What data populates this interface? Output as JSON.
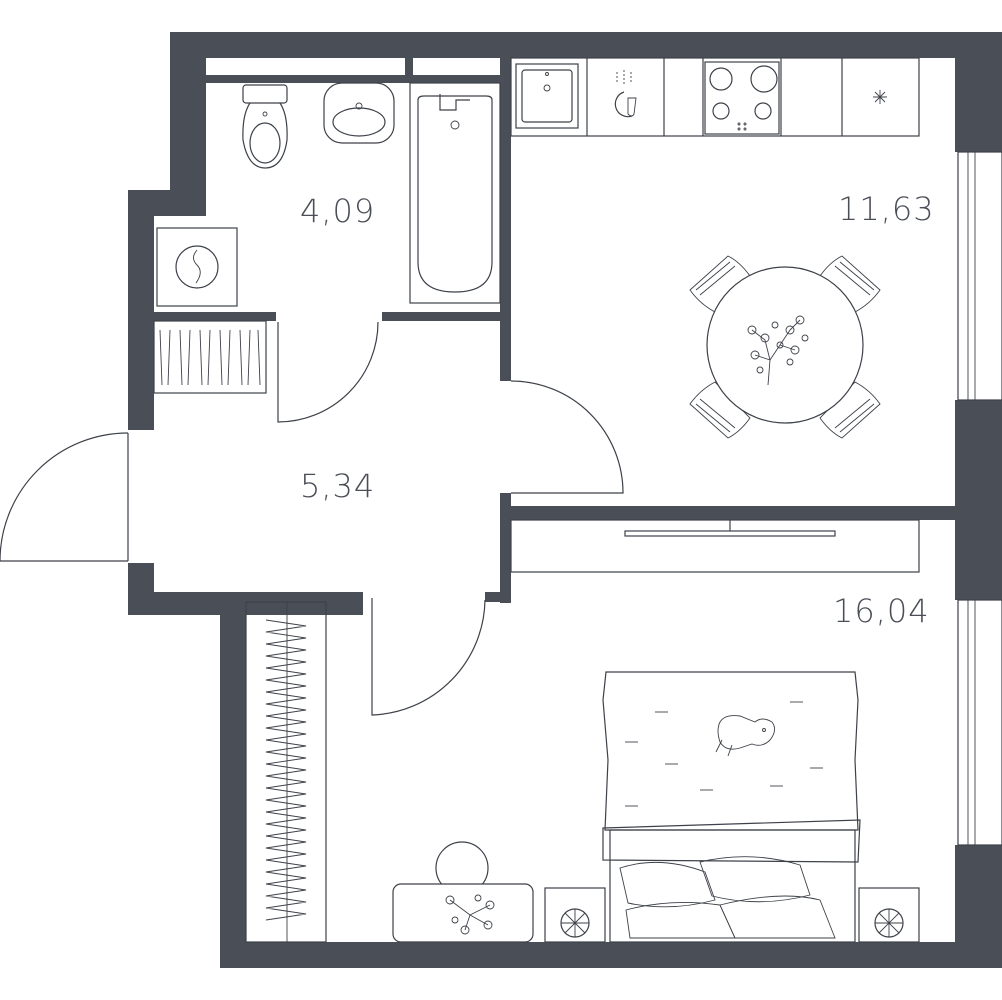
{
  "rooms": {
    "bathroom": {
      "area": "4,09"
    },
    "kitchen": {
      "area": "11,63"
    },
    "hallway": {
      "area": "5,34"
    },
    "bedroom": {
      "area": "16,04"
    }
  },
  "colors": {
    "wall": "#4a4e57",
    "line": "#3d4149",
    "background": "#ffffff"
  }
}
